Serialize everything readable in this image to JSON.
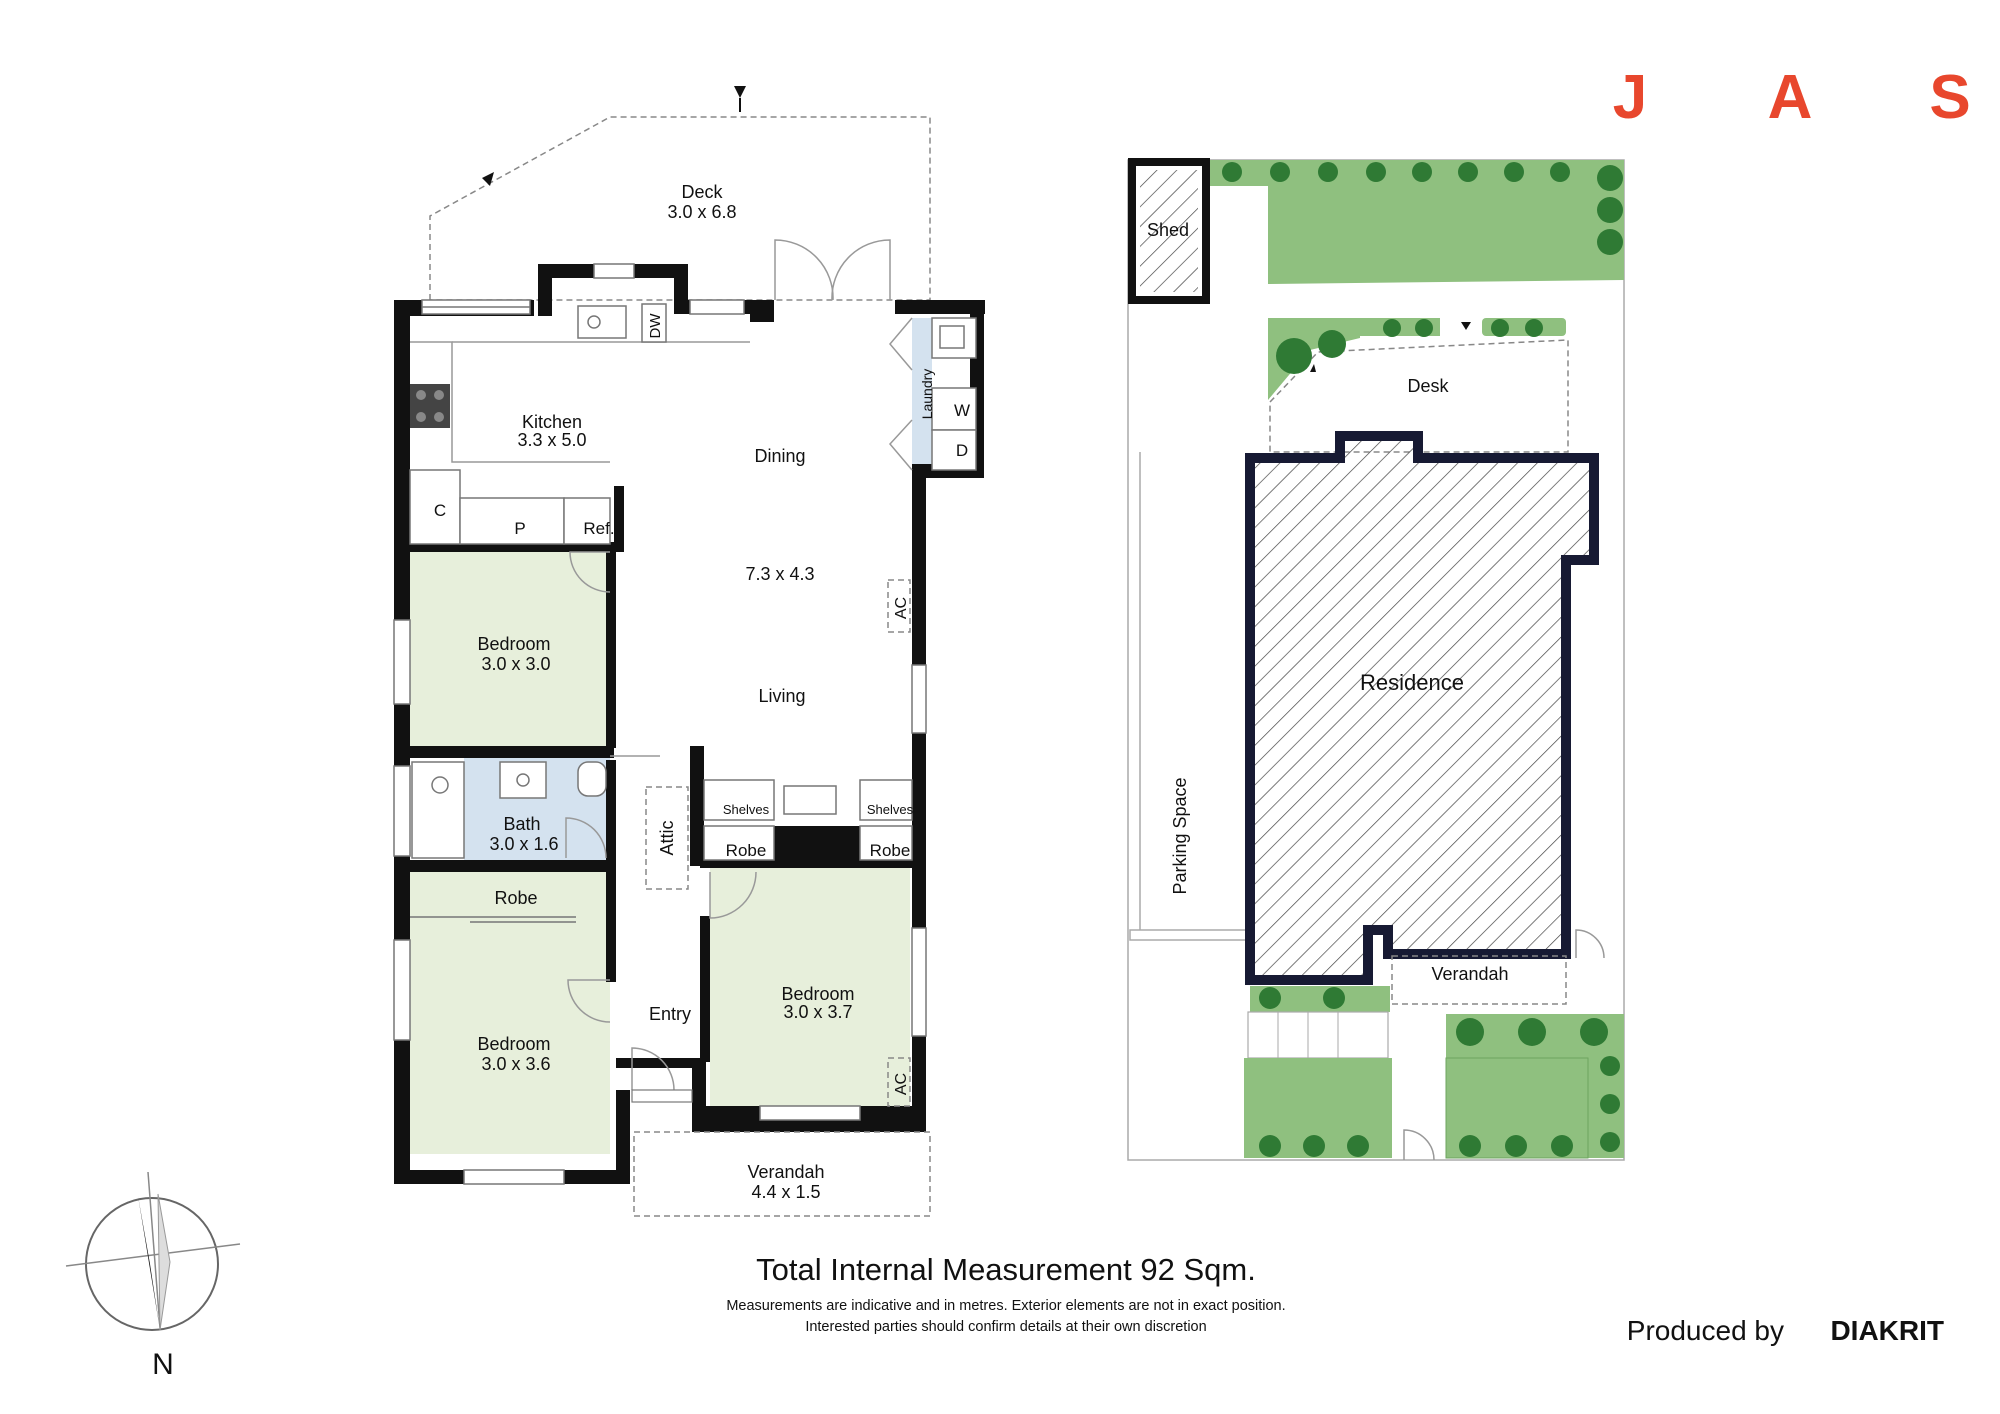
{
  "brand": {
    "letters": [
      "J",
      "A",
      "S"
    ],
    "color": "#e8472d"
  },
  "floorplan": {
    "deck": {
      "name": "Deck",
      "size": "3.0 x 6.8"
    },
    "kitchen": {
      "name": "Kitchen",
      "size": "3.3 x 5.0"
    },
    "dining": {
      "name": "Dining"
    },
    "living_size": "7.3 x 4.3",
    "living": {
      "name": "Living"
    },
    "laundry": {
      "name": "Laundry"
    },
    "washer": "W",
    "dryer": "D",
    "dishwasher": "DW",
    "cupboard": "C",
    "pantry": "P",
    "fridge": "Ref.",
    "bedroom1": {
      "name": "Bedroom",
      "size": "3.0 x 3.0"
    },
    "bath": {
      "name": "Bath",
      "size": "3.0 x 1.6"
    },
    "attic": "Attic",
    "shelves_left": "Shelves",
    "shelves_right": "Shelves",
    "robe_left": "Robe",
    "robe_right": "Robe",
    "robe_bottom": "Robe",
    "bedroom2": {
      "name": "Bedroom",
      "size": "3.0 x 3.6"
    },
    "bedroom3": {
      "name": "Bedroom",
      "size": "3.0 x 3.7"
    },
    "entry": "Entry",
    "verandah": {
      "name": "Verandah",
      "size": "4.4 x 1.5"
    },
    "ac_top": "AC",
    "ac_bottom": "AC"
  },
  "siteplan": {
    "shed": "Shed",
    "desk": "Desk",
    "residence": "Residence",
    "parking": "Parking Space",
    "verandah": "Verandah"
  },
  "compass": {
    "label": "N"
  },
  "footer": {
    "title": "Total Internal Measurement 92 Sqm.",
    "note1": "Measurements are indicative and in metres. Exterior elements are not in exact position.",
    "note2": "Interested parties should confirm details at their own discretion"
  },
  "credit": {
    "prefix": "Produced by",
    "brand": "DIAKRIT"
  },
  "colors": {
    "bedroom_fill": "#e7efdb",
    "bath_fill": "#d4e2ef",
    "garden_fill": "#8fc07f",
    "tree_fill": "#2f7a34"
  }
}
